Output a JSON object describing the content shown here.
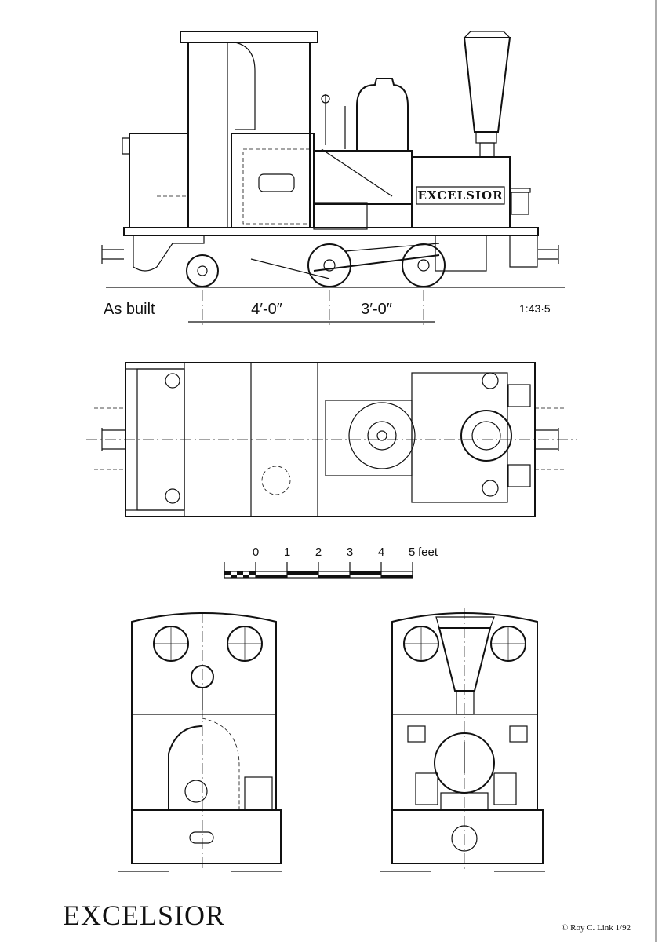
{
  "drawing": {
    "side_view": {
      "caption": "As built",
      "wheelbase_front": "4′-0″",
      "wheelbase_rear": "3′-0″",
      "scale_ratio": "1:43·5",
      "nameplate": "EXCELSIOR"
    },
    "scale_bar": {
      "ticks": [
        "0",
        "1",
        "2",
        "3",
        "4",
        "5"
      ],
      "unit": "feet"
    },
    "title": "EXCELSIOR",
    "credit": "©  Roy C. Link 1/92"
  }
}
